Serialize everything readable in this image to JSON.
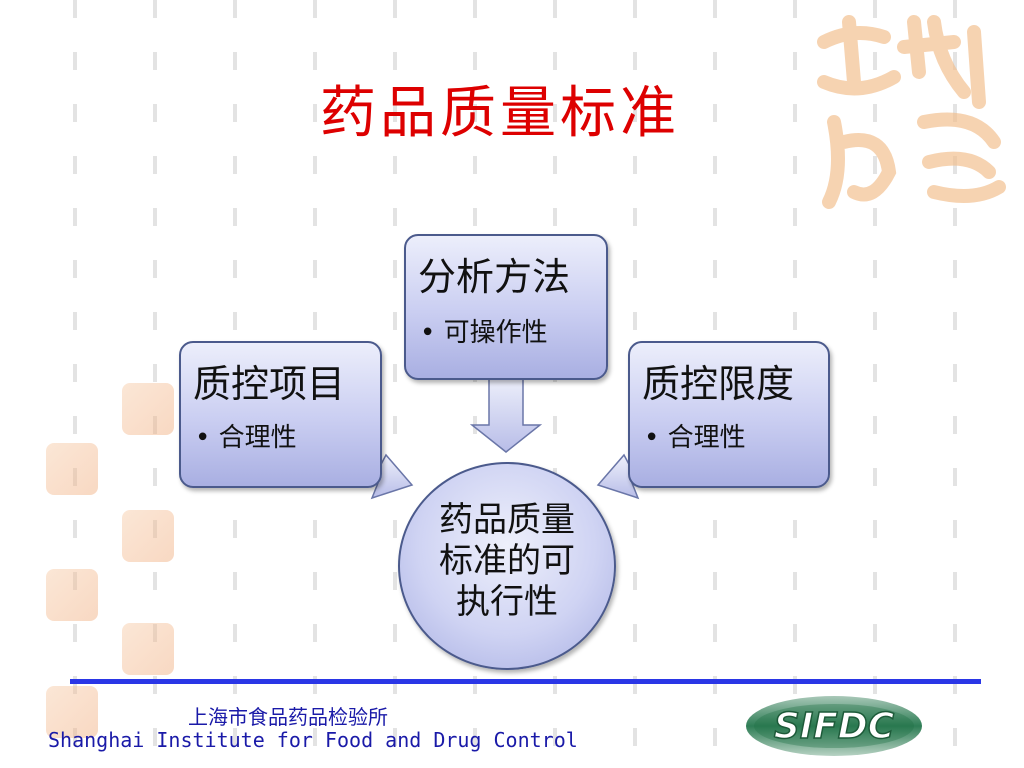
{
  "slide": {
    "title": "药品质量标准",
    "top_box": {
      "title": "分析方法",
      "bullet": "• 可操作性"
    },
    "left_box": {
      "title": "质控项目",
      "bullet": "• 合理性"
    },
    "right_box": {
      "title": "质控限度",
      "bullet": "• 合理性"
    },
    "center": {
      "line1": "药品质量",
      "line2": "标准的可",
      "line3": "执行性"
    }
  },
  "decor": {
    "stamp_text": "吉祥如意"
  },
  "footer": {
    "institute_cn": "上海市食品药品检验所",
    "institute_en": "Shanghai Institute for Food and Drug Control",
    "logo_text": "SIFDC"
  },
  "colors": {
    "title": "#dd0000",
    "footer": "#1a1aa8",
    "rule": "#2a36e6",
    "box_border": "#4b5a8c",
    "logo": "#1f6f45"
  }
}
